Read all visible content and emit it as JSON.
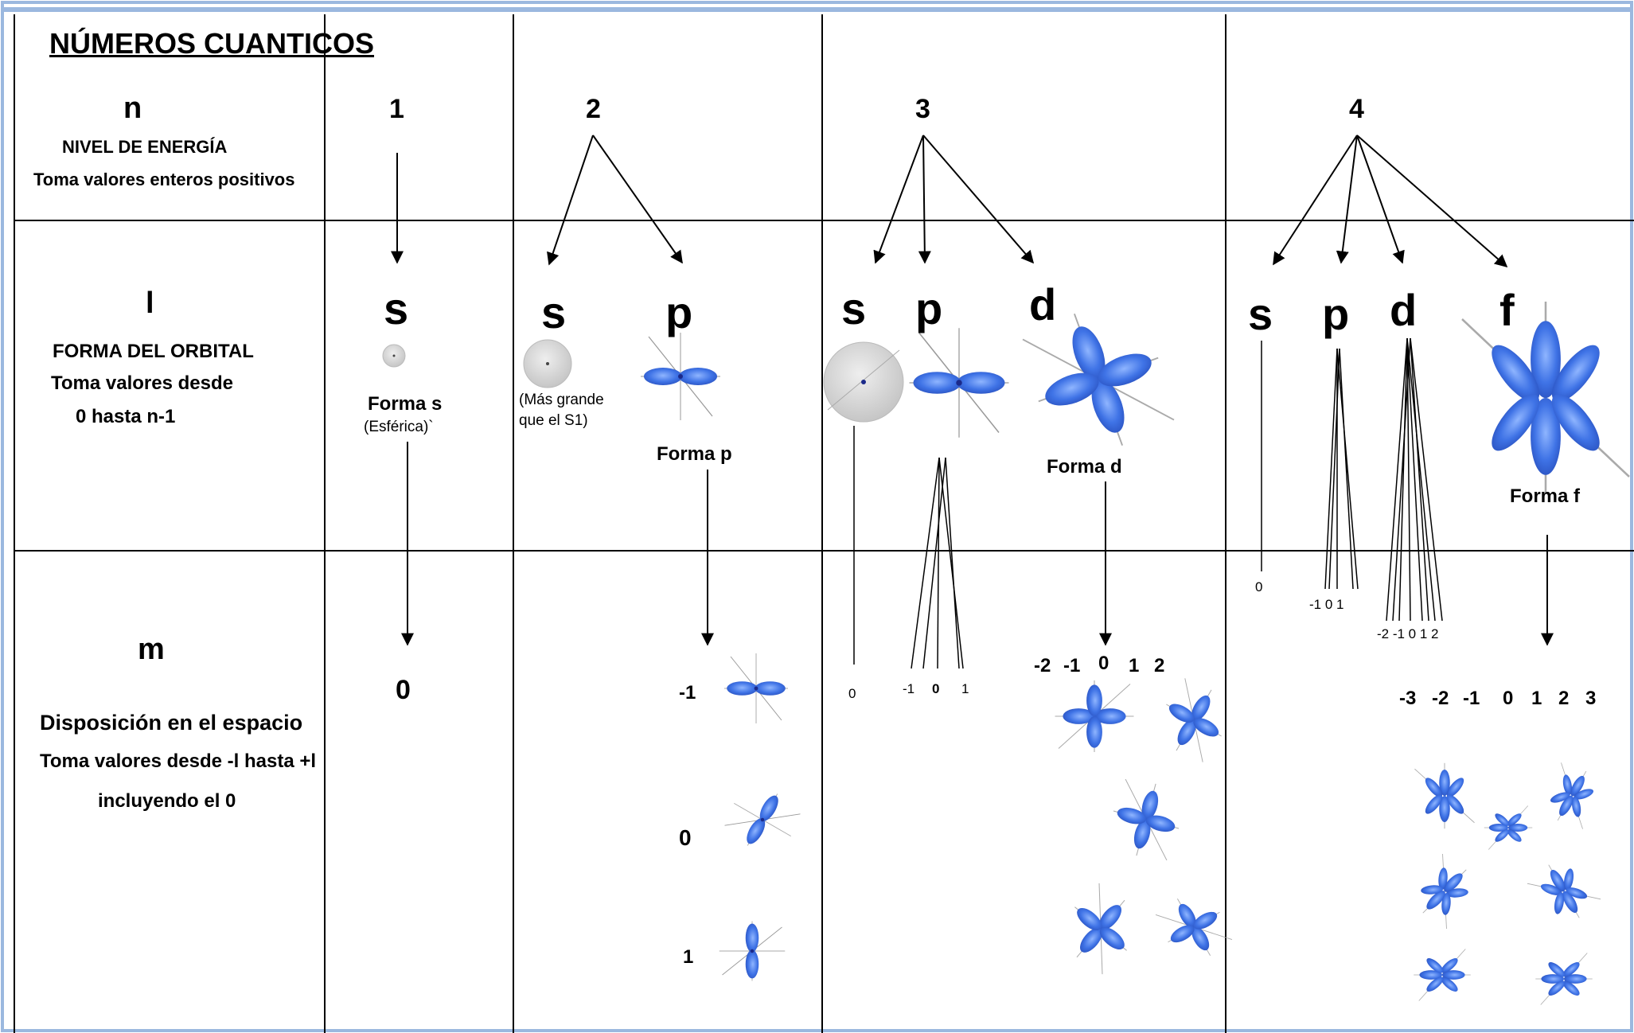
{
  "title": "NÚMEROS CUANTICOS",
  "rows": {
    "n": {
      "symbol": "n",
      "name": "NIVEL DE ENERGÍA",
      "desc": "Toma valores enteros positivos",
      "values": [
        "1",
        "2",
        "3",
        "4"
      ]
    },
    "l": {
      "symbol": "l",
      "name": "FORMA DEL ORBITAL",
      "desc1": "Toma valores desde",
      "desc2": "0 hasta  n-1"
    },
    "m": {
      "symbol": "m",
      "desc1": "Disposición en el espacio",
      "desc2": "Toma valores desde -l hasta +l",
      "desc3": "incluyendo el 0"
    }
  },
  "col1": {
    "s": "s",
    "shape": "Forma  s",
    "shape_note": "(Esférica)`",
    "m": "0"
  },
  "col2": {
    "s": "s",
    "s_note1": "(Más grande",
    "s_note2": "que el S1)",
    "p": "p",
    "p_shape": "Forma p",
    "m_values": [
      "-1",
      "0",
      "1"
    ]
  },
  "col3": {
    "s": "s",
    "p": "p",
    "d": "d",
    "d_shape": "Forma  d",
    "s_m": "0",
    "p_m": [
      "-1",
      "0",
      "1"
    ],
    "d_m": [
      "-2",
      "-1",
      "0",
      "1",
      "2"
    ]
  },
  "col4": {
    "s": "s",
    "p": "p",
    "d": "d",
    "f": "f",
    "f_shape": "Forma f",
    "s_m": "0",
    "p_m": "-1 0  1",
    "d_m": "-2 -1 0 1 2",
    "f_m": [
      "-3",
      "-2",
      "-1",
      "0",
      "1",
      "2",
      "3"
    ]
  },
  "colors": {
    "orbital_blue": "#3b6fe0",
    "orbital_light": "#7fa8f5",
    "sphere_gray": "#d2d2d2",
    "frame_blue": "#9bb8df"
  }
}
